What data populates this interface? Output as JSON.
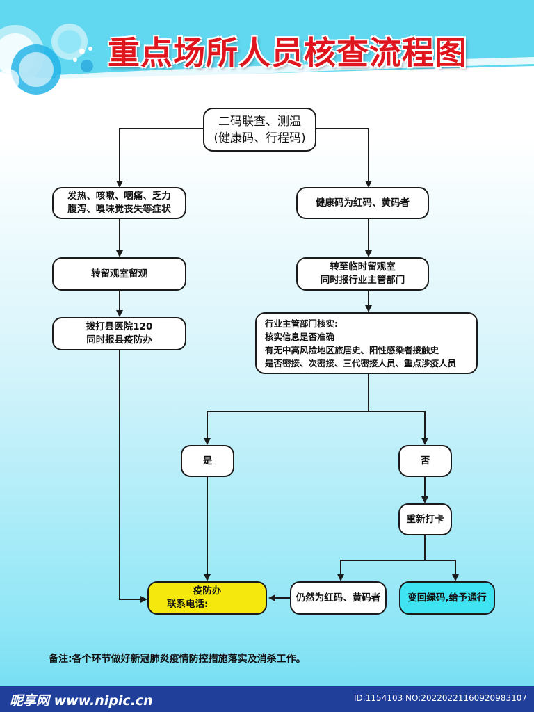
{
  "title": "重点场所人员核查流程图",
  "colors": {
    "title": "#e0161f",
    "arrow": "#1a1a1a",
    "box_fill": "#ffffff",
    "highlight_yellow": "#f5e80d",
    "highlight_cyan": "#3fe3f1",
    "footer_bar": "#1f3f9b"
  },
  "nodes": {
    "start": {
      "line1": "二码联查、测温",
      "line2": "(健康码、行程码)"
    },
    "symptoms": {
      "line1": "发热、咳嗽、咽痛、乏力",
      "line2": "腹泻、嗅味觉丧失等症状"
    },
    "red_yellow": {
      "line1": "健康码为红码、黄码者"
    },
    "observe_room": {
      "line1": "转留观室留观"
    },
    "temp_observe": {
      "line1": "转至临时留观室",
      "line2": "同时报行业主管部门"
    },
    "call_hospital": {
      "line1": "拨打县医院120",
      "line2": "同时报县疫防办"
    },
    "verify": {
      "line1": "行业主管部门核实:",
      "line2": "核实信息是否准确",
      "line3": "有无中高风险地区旅居史、阳性感染者接触史",
      "line4": "是否密接、次密接、三代密接人员、重点涉疫人员"
    },
    "yes": {
      "line1": "是"
    },
    "no": {
      "line1": "否"
    },
    "recheck": {
      "line1": "重新打卡"
    },
    "cdc": {
      "line1": "疫防办",
      "line2": "联系电话:"
    },
    "still_red": {
      "line1": "仍然为红码、黄码者"
    },
    "green": {
      "line1": "变回绿码,给予通行"
    }
  },
  "note": "备注:各个环节做好新冠肺炎疫情防控措施落实及消杀工作。",
  "footer": {
    "logo": "昵享网 www.nipic.cn",
    "id_text": "ID:1154103 NO:20220221160920983107"
  }
}
